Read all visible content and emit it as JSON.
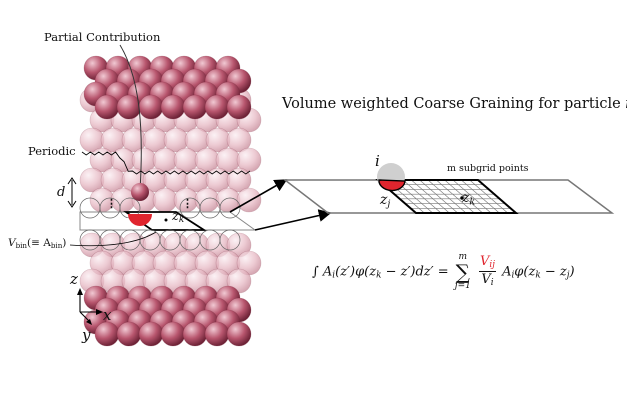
{
  "labels": {
    "partial_contribution": "Partial Contribution",
    "title_text": "Volume weighted Coarse Graining for particle ",
    "title_var": "i",
    "periodic": "Periodic",
    "d": "d",
    "zk_left": "z",
    "zk_left_sub": "k",
    "vbin_main": "V",
    "vbin_sub": "bin",
    "vbin_paren": "(≡ A",
    "vbin_paren_sub": "bin",
    "vbin_close": ")",
    "i_label": "i",
    "m_subgrid": "m subgrid points",
    "zj": "z",
    "zj_sub": "j",
    "zk_right": "z",
    "zk_right_sub": "k",
    "axis_z": "z",
    "axis_x": "x",
    "axis_y": "y",
    "dots": "⋮"
  },
  "equation": {
    "lhs": "∫ A",
    "lhs_sub": "i",
    "lhs_rest": "(z′)φ(z",
    "lhs_k": "k",
    "lhs_end": " − z′)dz′ =",
    "sum_top": "m",
    "sum_sym": "∑",
    "sum_bottom": "j=1",
    "num": "V",
    "num_sub": "ij",
    "den": "V",
    "den_sub": "i",
    "rhs": "A",
    "rhs_sub": "i",
    "rhs_rest": "φ(z",
    "rhs_k": "k",
    "rhs_mid": " − z",
    "rhs_j": "j",
    "rhs_end": ")"
  },
  "colors": {
    "sphere_dark": "#b8566e",
    "sphere_light": "#e7b9c4",
    "highlight": "#e0252e",
    "grid_line": "#777777",
    "outline": "#000000"
  }
}
